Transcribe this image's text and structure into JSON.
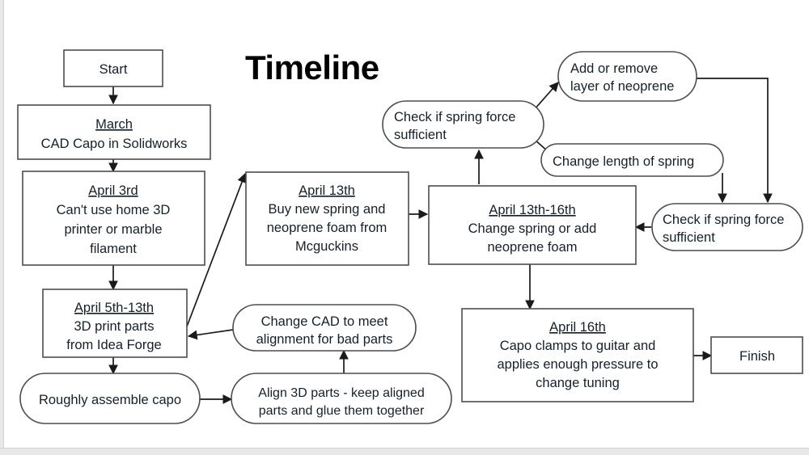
{
  "page": {
    "title": "Timeline",
    "background_color": "#ffffff",
    "node_stroke_color": "#4d4d4d",
    "edge_stroke_color": "#1a1a1a",
    "text_color": "#15202b"
  },
  "chart_data": {
    "type": "diagram",
    "title": "Timeline",
    "diagram_kind": "flowchart",
    "nodes": [
      {
        "id": "start",
        "shape": "rect",
        "lines": [
          "Start"
        ]
      },
      {
        "id": "march",
        "shape": "rect",
        "title": "March",
        "lines": [
          "CAD Capo in Solidworks"
        ]
      },
      {
        "id": "april3",
        "shape": "rect",
        "title": "April 3rd",
        "lines": [
          "Can't use home 3D",
          "printer or marble",
          "filament"
        ]
      },
      {
        "id": "april5_13",
        "shape": "rect",
        "title": "April 5th-13th",
        "lines": [
          "3D print parts",
          "from Idea Forge"
        ]
      },
      {
        "id": "assemble",
        "shape": "stadium",
        "lines": [
          "Roughly assemble capo"
        ]
      },
      {
        "id": "align",
        "shape": "stadium",
        "lines": [
          "Align 3D parts - keep aligned",
          "parts and glue them together"
        ]
      },
      {
        "id": "changecad",
        "shape": "stadium",
        "lines": [
          "Change CAD to meet",
          "alignment for bad parts"
        ]
      },
      {
        "id": "april13",
        "shape": "rect",
        "title": "April 13th",
        "lines": [
          "Buy new spring and",
          "neoprene foam from",
          "Mcguckins"
        ]
      },
      {
        "id": "april13_16",
        "shape": "rect",
        "title": "April 13th-16th",
        "lines": [
          "Change spring or add",
          "neoprene foam"
        ]
      },
      {
        "id": "check_left",
        "shape": "stadium",
        "lines": [
          "Check if spring force",
          "sufficient"
        ]
      },
      {
        "id": "addremove",
        "shape": "stadium",
        "lines": [
          "Add or remove",
          "layer of neoprene"
        ]
      },
      {
        "id": "changelen",
        "shape": "stadium",
        "lines": [
          "Change length of spring"
        ]
      },
      {
        "id": "check_right",
        "shape": "stadium",
        "lines": [
          "Check if spring force",
          "sufficient"
        ]
      },
      {
        "id": "april16",
        "shape": "rect",
        "title": "April 16th",
        "lines": [
          "Capo clamps to guitar and",
          "applies enough pressure to",
          "change tuning"
        ]
      },
      {
        "id": "finish",
        "shape": "rect",
        "lines": [
          "Finish"
        ]
      }
    ],
    "edges": [
      {
        "from": "start",
        "to": "march"
      },
      {
        "from": "march",
        "to": "april3"
      },
      {
        "from": "april3",
        "to": "april5_13"
      },
      {
        "from": "april5_13",
        "to": "assemble"
      },
      {
        "from": "april5_13",
        "to": "april13"
      },
      {
        "from": "assemble",
        "to": "align"
      },
      {
        "from": "align",
        "to": "changecad"
      },
      {
        "from": "changecad",
        "to": "april5_13"
      },
      {
        "from": "april13",
        "to": "april13_16"
      },
      {
        "from": "april13_16",
        "to": "check_left"
      },
      {
        "from": "april13_16",
        "to": "april16"
      },
      {
        "from": "check_left",
        "to": "addremove"
      },
      {
        "from": "check_left",
        "to": "changelen"
      },
      {
        "from": "addremove",
        "to": "check_right"
      },
      {
        "from": "changelen",
        "to": "check_right"
      },
      {
        "from": "check_right",
        "to": "april13_16"
      },
      {
        "from": "april16",
        "to": "finish"
      }
    ]
  }
}
